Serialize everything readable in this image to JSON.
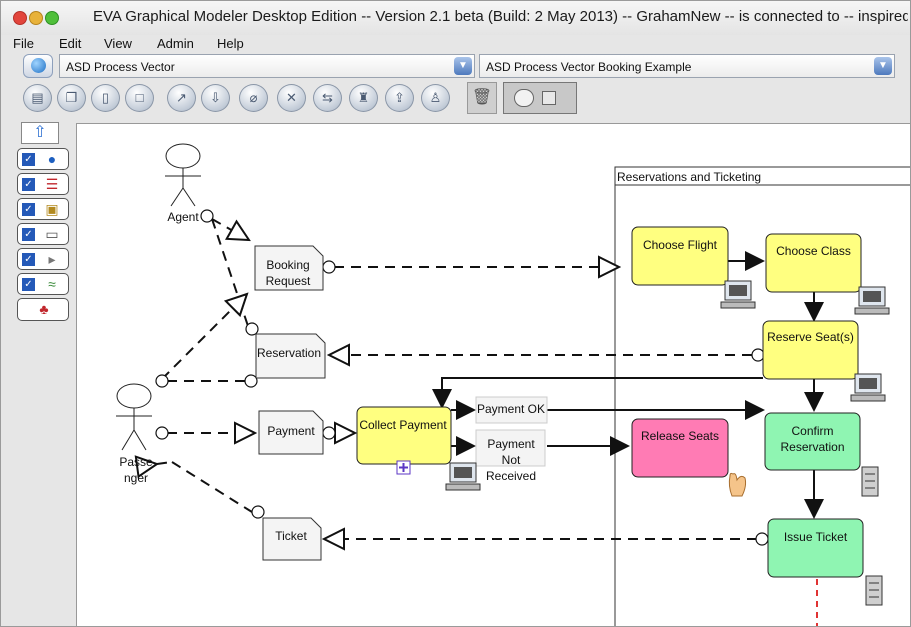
{
  "window": {
    "title": "EVA Graphical Modeler Desktop Edition -- Version 2.1 beta (Build: 2 May 2013) -- GrahamNew -- is connected to -- inspired.eva"
  },
  "menu": [
    "File",
    "Edit",
    "View",
    "Admin",
    "Help"
  ],
  "selectors": {
    "left": "ASD Process Vector",
    "right": "ASD Process Vector Booking Example"
  },
  "toolbar_icons": [
    "database-icon",
    "copy-icon",
    "document-icon",
    "new-page-icon",
    "chart-icon",
    "import-icon",
    "eraser-icon",
    "fit-icon",
    "zoom-icon",
    "hierarchy-icon",
    "export-icon",
    "stamp-icon",
    "trash-icon",
    "toggle-switch-icon"
  ],
  "palette_icons": [
    "globe-icon",
    "swimlane-icon",
    "picture-icon",
    "box-icon",
    "document-icon",
    "chart-icon",
    "organisation-icon"
  ],
  "diagram": {
    "pool_label": "Reservations and Ticketing",
    "actors": {
      "agent": "Agent",
      "passenger_line1": "Passe",
      "passenger_line2": "nger"
    },
    "documents": {
      "booking_line1": "Booking",
      "booking_line2": "Request",
      "reservation": "Reservation",
      "payment": "Payment",
      "ticket": "Ticket"
    },
    "activities": {
      "collect_payment": "Collect Payment",
      "choose_flight": "Choose Flight",
      "choose_class": "Choose Class",
      "reserve_seats": "Reserve Seat(s)",
      "release_seats": "Release Seats",
      "confirm_line1": "Confirm",
      "confirm_line2": "Reservation",
      "issue_ticket": "Issue Ticket"
    },
    "outcomes": {
      "payment_ok": "Payment OK",
      "payment_not_line1": "Payment",
      "payment_not_line2": "Not",
      "payment_not_line3": "Received"
    },
    "colors": {
      "activity_yellow": "#ffff80",
      "release_pink": "#ff7bb4",
      "confirm_green": "#8ff5b2",
      "flow_red": "#e03333"
    }
  }
}
